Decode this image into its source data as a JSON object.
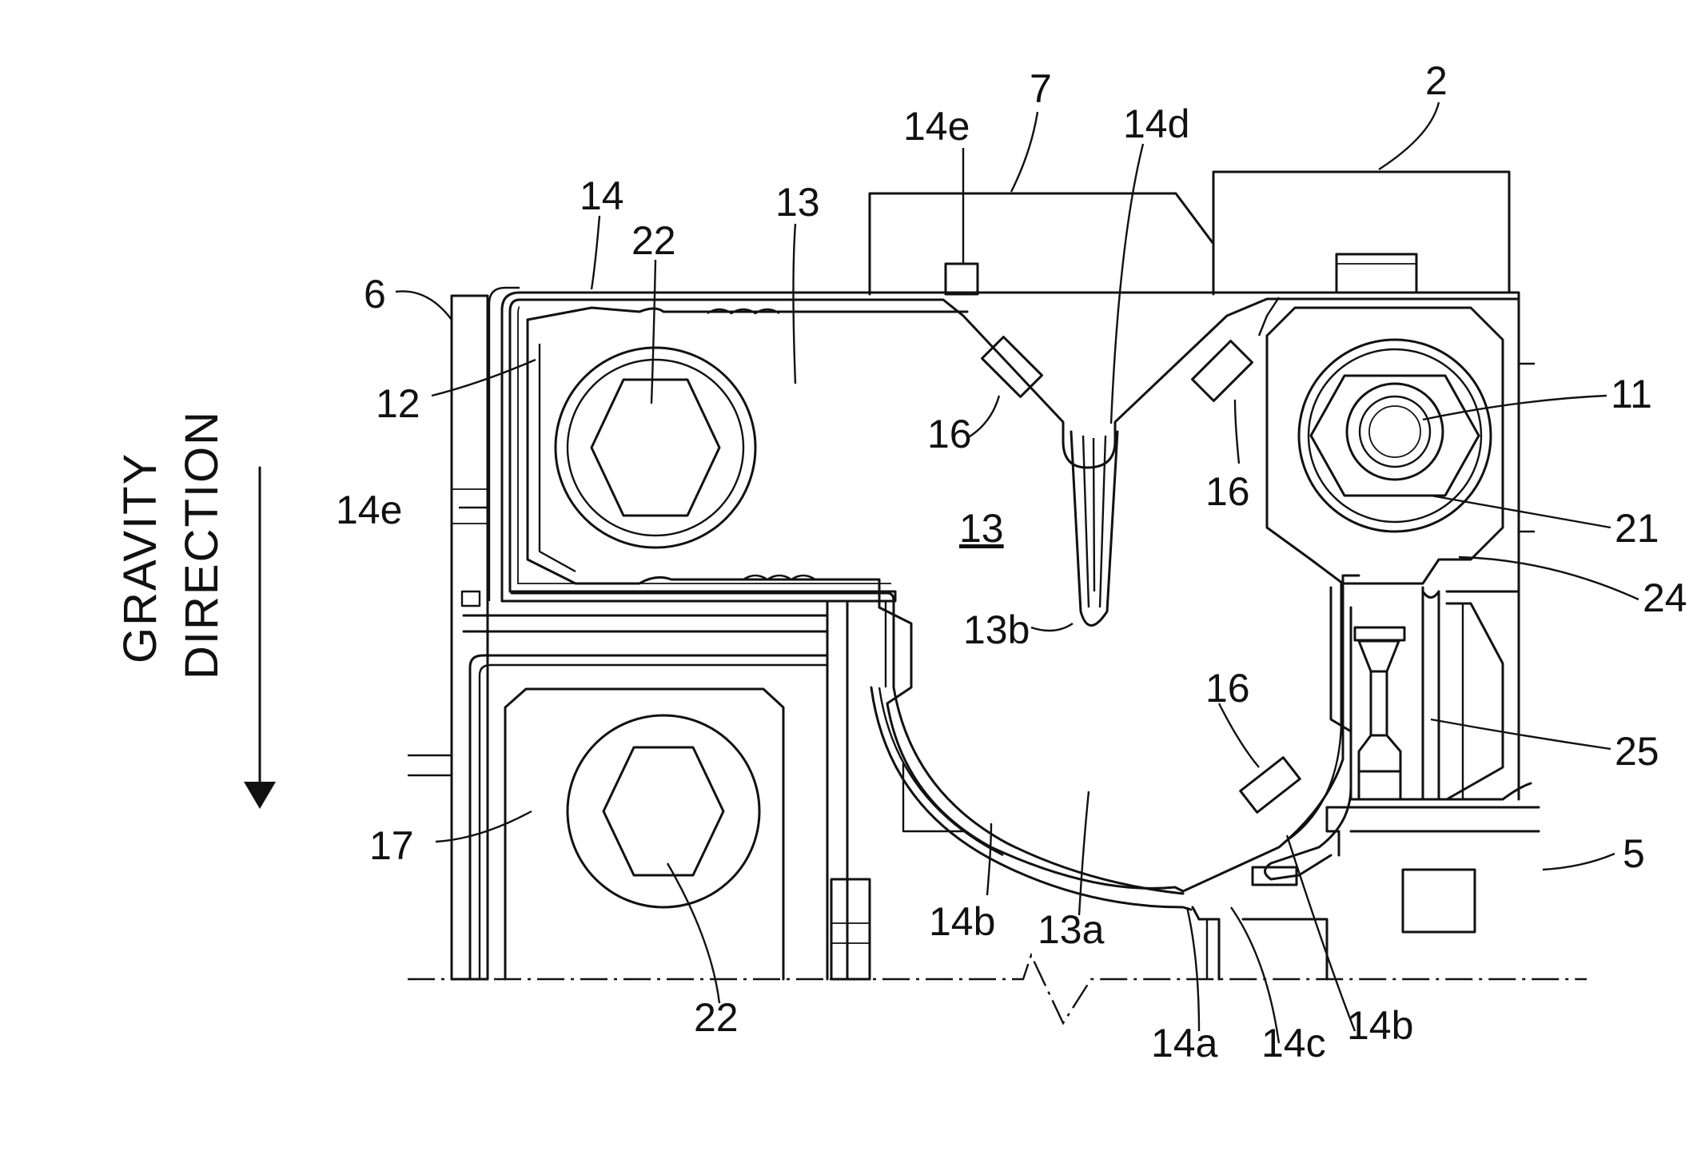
{
  "gravity": {
    "line1": "GRAVITY",
    "line2": "DIRECTION"
  },
  "labels": {
    "l_7": "7",
    "l_2": "2",
    "l_14e_top": "14e",
    "l_14d": "14d",
    "l_14": "14",
    "l_13_top": "13",
    "l_22_top": "22",
    "l_6": "6",
    "l_12": "12",
    "l_16_left": "16",
    "l_16_right": "16",
    "l_11": "11",
    "l_14e_left": "14e",
    "l_13_center": "13",
    "l_21": "21",
    "l_24": "24",
    "l_13b": "13b",
    "l_16_lower": "16",
    "l_25": "25",
    "l_17": "17",
    "l_5": "5",
    "l_14b_left": "14b",
    "l_13a": "13a",
    "l_22_bottom": "22",
    "l_14a": "14a",
    "l_14c": "14c",
    "l_14b_right": "14b"
  }
}
